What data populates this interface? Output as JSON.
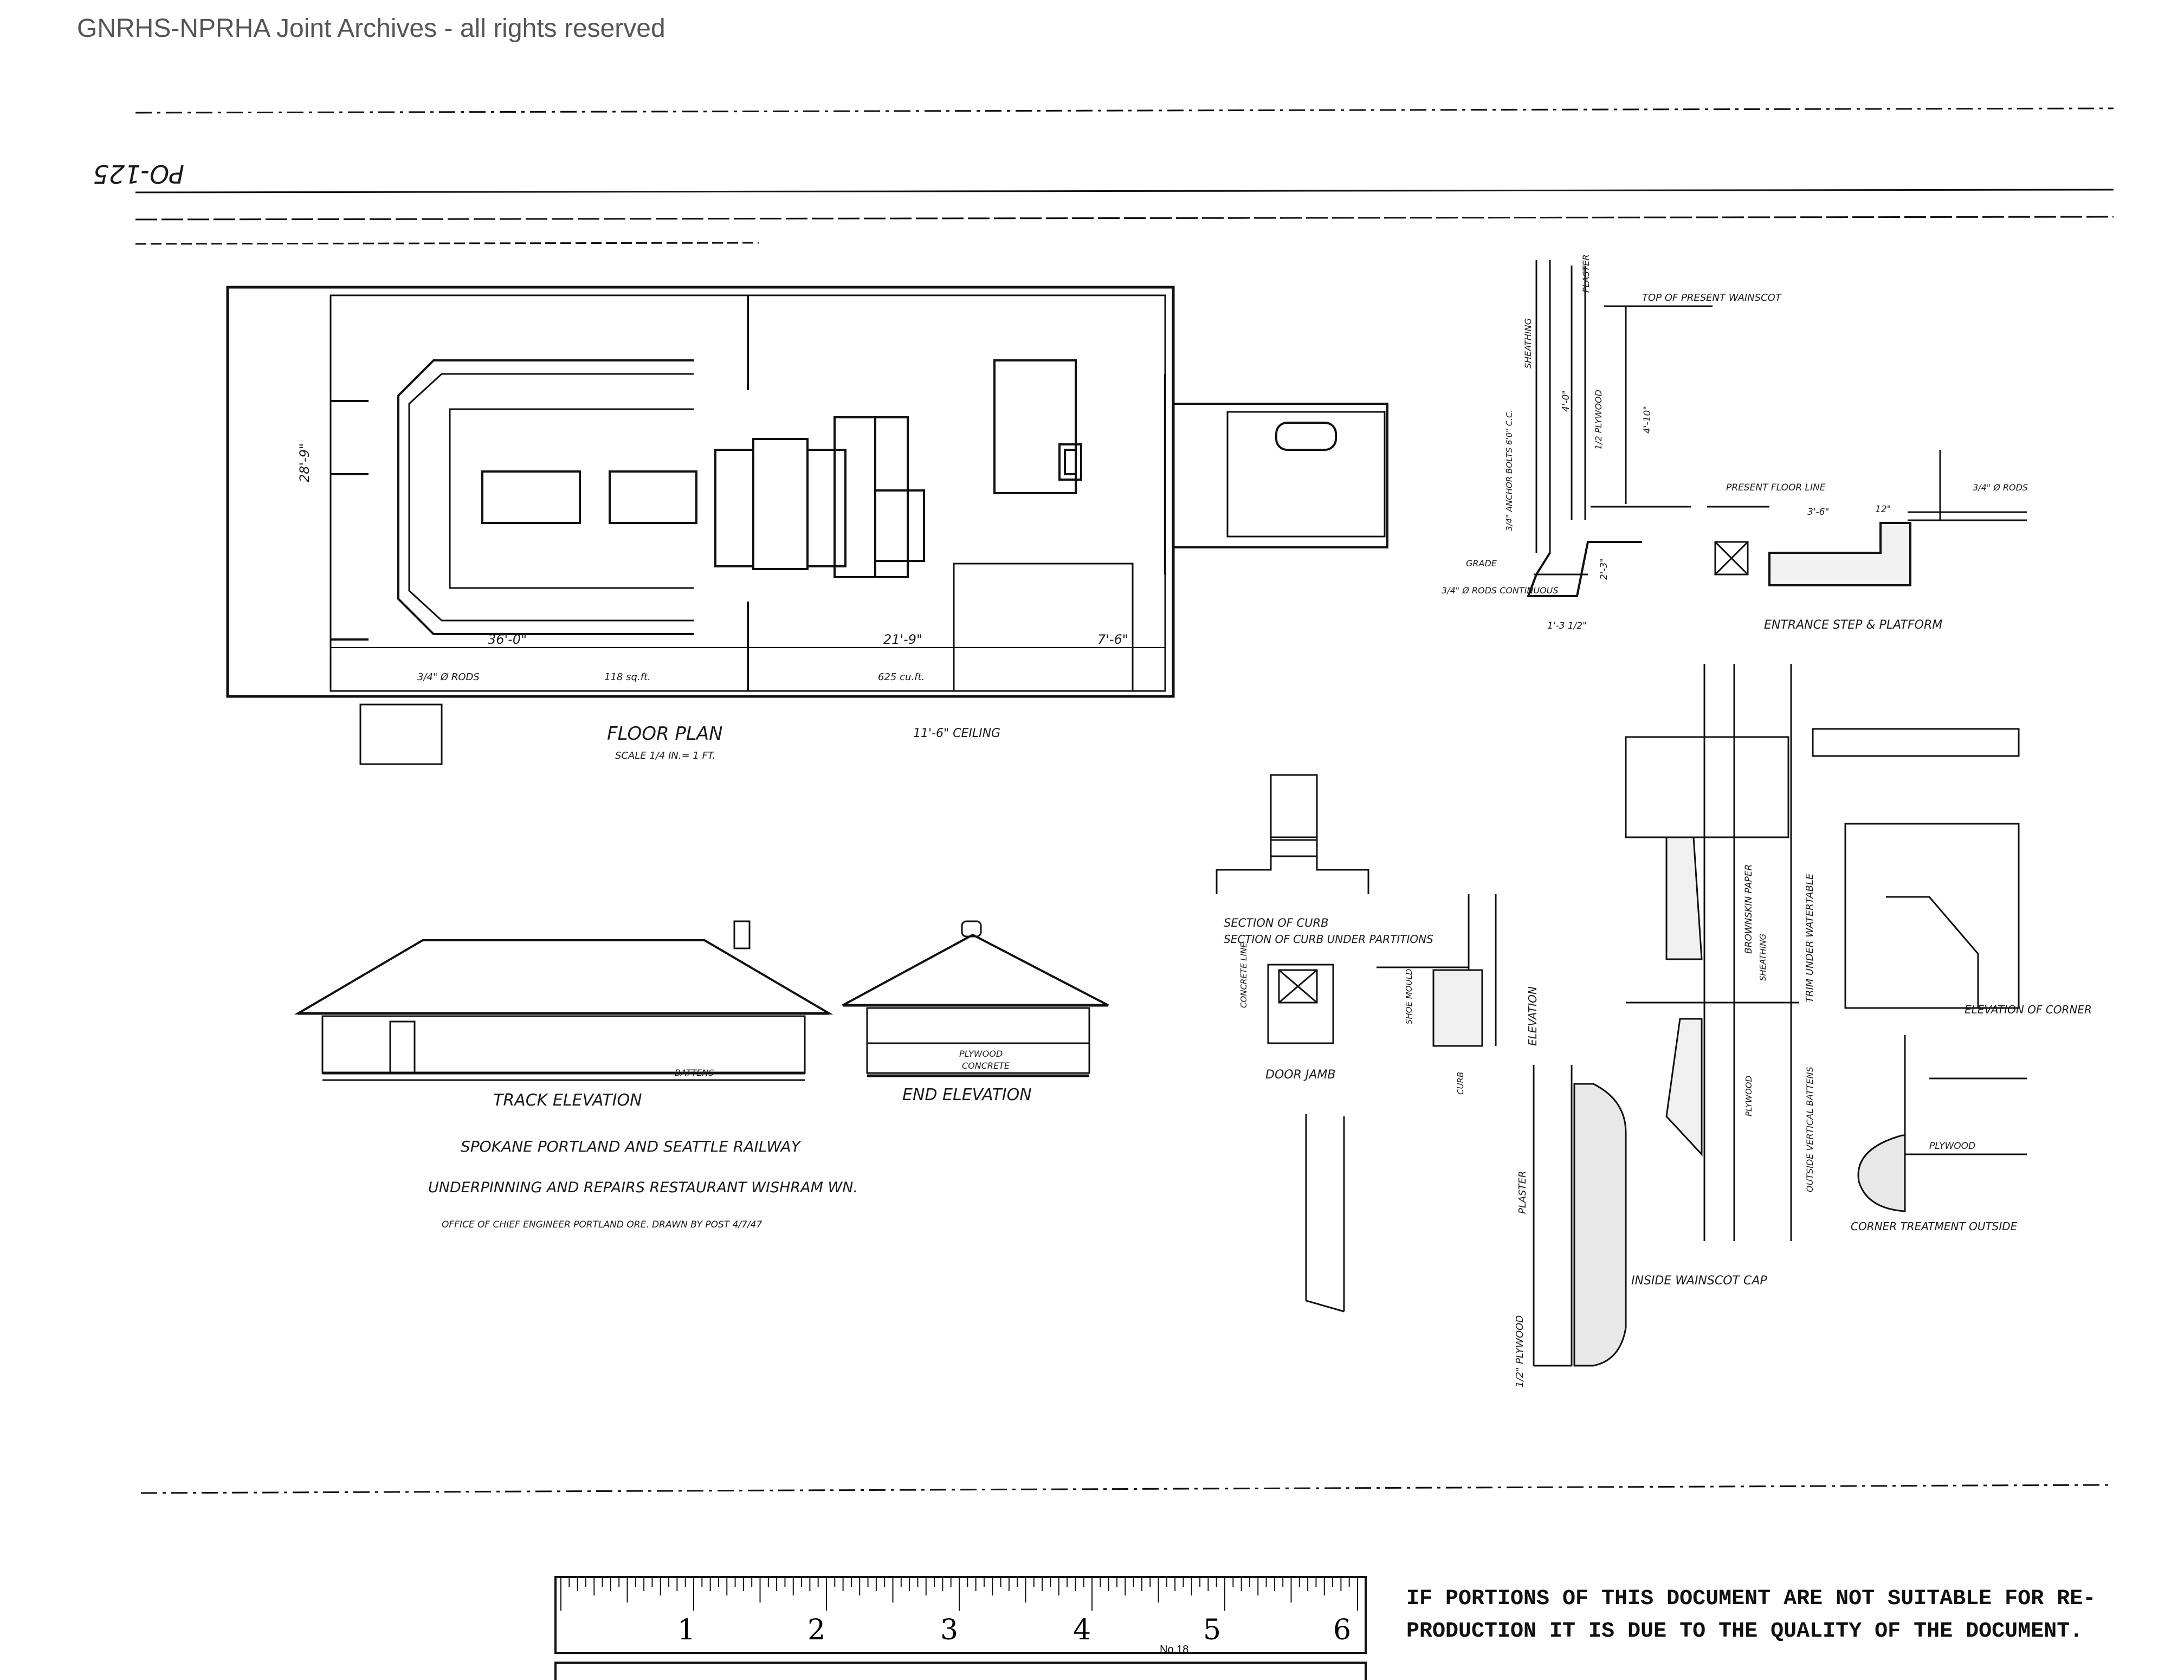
{
  "watermark": "GNRHS-NPRHA Joint Archives - all rights reserved",
  "drawing_number": "PO-125",
  "floor_plan": {
    "title": "FLOOR PLAN",
    "scale": "SCALE 1/4 IN.= 1 FT.",
    "ceiling": "11'-6\" CEILING",
    "dim_width": "28'-9\"",
    "dim_a": "36'-0\"",
    "dim_b": "21'-9\"",
    "dim_c": "7'-6\"",
    "rods_note": "3/4\" Ø RODS",
    "sqft_note": "118 sq.ft.",
    "cuft_note": "625 cu.ft."
  },
  "elevations": {
    "track": "TRACK ELEVATION",
    "end": "END ELEVATION",
    "battens": "BATTENS",
    "plywood": "PLYWOOD",
    "concrete": "CONCRETE"
  },
  "title_block": {
    "railway": "SPOKANE PORTLAND AND SEATTLE RAILWAY",
    "project": "UNDERPINNING AND REPAIRS RESTAURANT WISHRAM WN.",
    "office": "OFFICE OF CHIEF ENGINEER PORTLAND ORE. DRAWN BY POST 4/7/47"
  },
  "wall_section": {
    "top_wainscot": "TOP OF PRESENT WAINSCOT",
    "plaster": "PLASTER",
    "sheathing": "SHEATHING",
    "plywood": "1/2 PLYWOOD",
    "anchor_bolts": "3/4\" ANCHOR BOLTS 6'0\" C.C.",
    "rods_cont": "3/4\" Ø RODS CONTINUOUS",
    "grade": "GRADE",
    "dim_height": "4'-10\"",
    "dim_wainscot": "4'-0\"",
    "dim_footing": "1'-3 1/2\"",
    "dim_depth": "2'-3\""
  },
  "entrance_step": {
    "present_floor": "PRESENT FLOOR LINE",
    "rods": "3/4\" Ø RODS",
    "dim_step": "3'-6\"",
    "dim_12": "12\"",
    "title": "ENTRANCE STEP & PLATFORM"
  },
  "details": {
    "section_curb": "SECTION OF CURB UNDER PARTITIONS",
    "door_jamb": "DOOR JAMB",
    "concrete_line": "CONCRETE LINE",
    "shoe_mould": "SHOE MOULD",
    "curb": "CURB",
    "elevation": "ELEVATION",
    "plaster": "PLASTER",
    "plywood": "1/2\" PLYWOOD",
    "inside_wainscot": "INSIDE WAINSCOT CAP",
    "brownskin": "BROWNSKIN PAPER",
    "trim": "TRIM UNDER WATERTABLE",
    "sheathing": "SHEATHING",
    "plywood_v": "PLYWOOD",
    "outside_battens": "OUTSIDE VERTICAL BATTENS",
    "elevation_corner": "ELEVATION OF CORNER",
    "plywood_corner": "PLYWOOD",
    "corner_treatment": "CORNER TREATMENT OUTSIDE"
  },
  "ruler": {
    "numbers": [
      "1",
      "2",
      "3",
      "4",
      "5",
      "6"
    ],
    "model": "No.18"
  },
  "notice": {
    "line1": "IF PORTIONS OF THIS DOCUMENT ARE NOT SUITABLE FOR RE-",
    "line2": "PRODUCTION IT IS DUE TO THE QUALITY OF THE DOCUMENT."
  }
}
